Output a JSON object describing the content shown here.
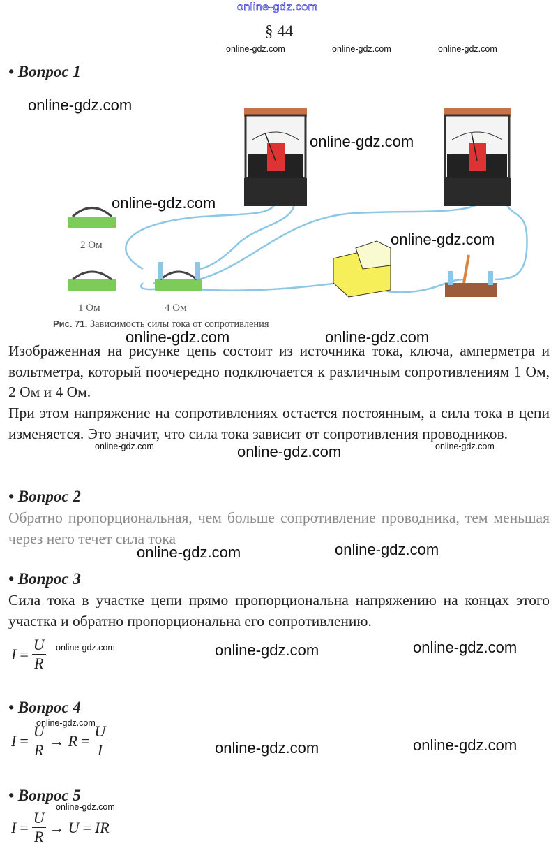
{
  "watermark": "online-gdz.com",
  "section_title": "§ 44",
  "questions": [
    {
      "heading": "• Вопрос 1",
      "figure": {
        "caption_number": "Рис. 71.",
        "caption_text": "Зависимость силы тока от сопротивления",
        "labels": [
          "2 Ом",
          "1 Ом",
          "4 Ом"
        ]
      },
      "paragraphs": [
        "Изображенная на рисунке цепь состоит из источника тока, ключа, амперметра и вольтметра, который поочередно подключается к различным сопротивлениям 1 Ом, 2 Ом и 4 Ом.",
        "При этом напряжение на сопротивлениях остается постоянным, а сила тока в цепи изменяется. Это значит, что сила тока зависит от сопротивления проводников."
      ]
    },
    {
      "heading": "• Вопрос 2",
      "paragraphs": [
        "Обратно пропорциональная, чем больше сопротивление проводника, тем меньшая через него течет сила тока"
      ]
    },
    {
      "heading": "• Вопрос 3",
      "paragraphs": [
        "Сила тока в участке цепи прямо пропорциональна напряжению на концах этого участка и обратно пропорциональна его сопротивлению."
      ],
      "formula": {
        "lhs": "I",
        "eq": "=",
        "num": "U",
        "den": "R"
      }
    },
    {
      "heading": "• Вопрос 4",
      "formula": {
        "lhs": "I",
        "eq": "=",
        "num": "U",
        "den": "R",
        "arrow": "→",
        "lhs2": "R",
        "eq2": "=",
        "num2": "U",
        "den2": "I"
      }
    },
    {
      "heading": "• Вопрос 5",
      "formula": {
        "lhs": "I",
        "eq": "=",
        "num": "U",
        "den": "R",
        "arrow": "→",
        "lhs2": "U",
        "eq2": "=",
        "rhs2": "IR"
      }
    }
  ]
}
